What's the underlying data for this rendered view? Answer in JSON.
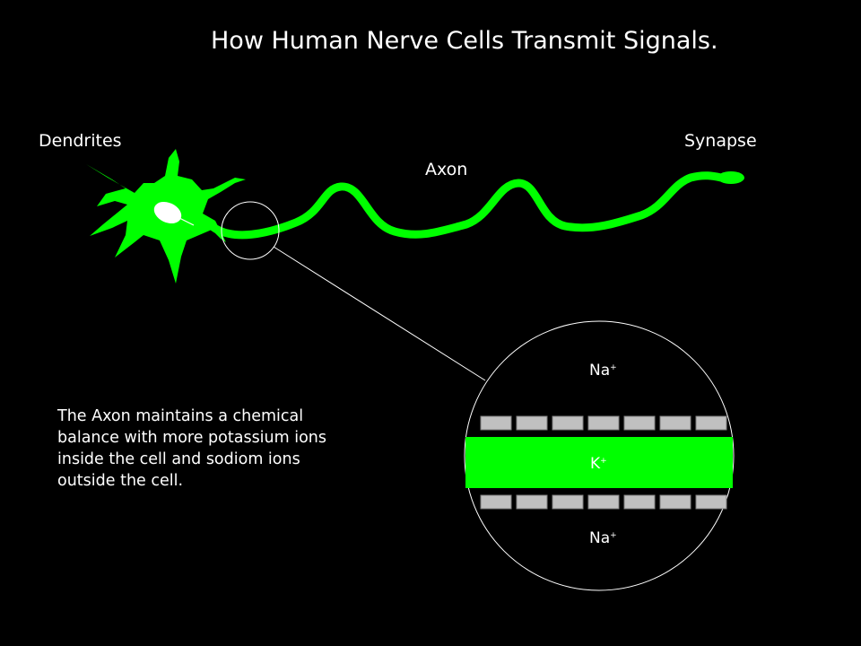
{
  "title": "How Human Nerve Cells Transmit Signals.",
  "labels": {
    "dendrites": "Dendrites",
    "synapse": "Synapse",
    "axon": "Axon"
  },
  "description": "The Axon maintains a chemical\nbalance with more potassium ions\ninside the cell and sodiom ions\noutside the cell.",
  "ions": {
    "na_top": "Na",
    "na_bottom": "Na",
    "k": "K",
    "charge": "+"
  },
  "colors": {
    "neuron": "#00ff00",
    "background": "#000000",
    "membrane_block": "#c0c0c0",
    "outline": "#ffffff"
  }
}
